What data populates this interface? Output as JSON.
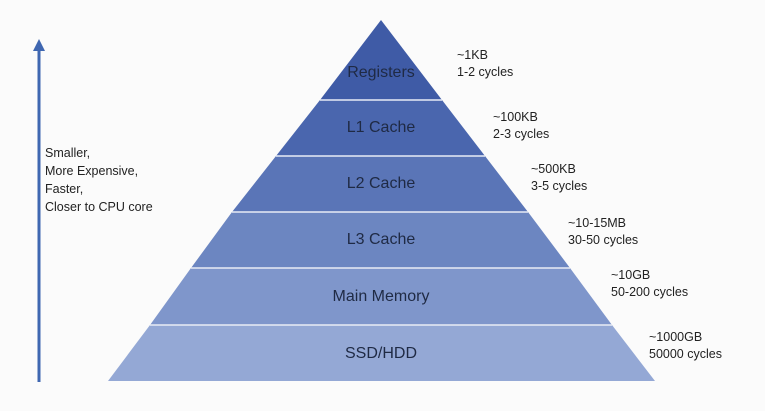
{
  "colors": {
    "background": "#fbfbfb",
    "arrow": "#3f67b1",
    "levels": [
      "#3f5ba6",
      "#4a66ae",
      "#5a75b7",
      "#6c86c1",
      "#7f96cb",
      "#94a8d5"
    ],
    "separator": "#e8ecf5"
  },
  "side_text": {
    "lines": [
      "Smaller,",
      "More Expensive,",
      "Faster,",
      "Closer to CPU core"
    ]
  },
  "levels": [
    {
      "name": "Registers",
      "size": "~1KB",
      "latency": "1-2 cycles"
    },
    {
      "name": "L1 Cache",
      "size": "~100KB",
      "latency": "2-3 cycles"
    },
    {
      "name": "L2 Cache",
      "size": "~500KB",
      "latency": "3-5 cycles"
    },
    {
      "name": "L3 Cache",
      "size": "~10-15MB",
      "latency": "30-50 cycles"
    },
    {
      "name": "Main Memory",
      "size": "~10GB",
      "latency": "50-200 cycles"
    },
    {
      "name": "SSD/HDD",
      "size": "~1000GB",
      "latency": "50000 cycles"
    }
  ]
}
